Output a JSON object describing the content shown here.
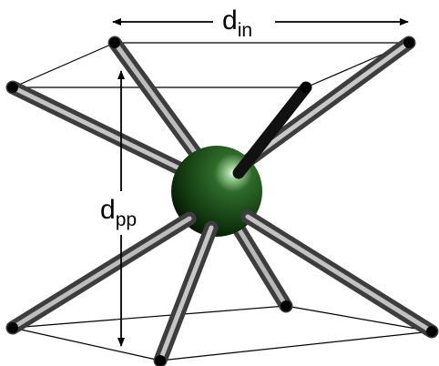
{
  "labels": {
    "in_plane": {
      "symbol": "d",
      "subscript": "in"
    },
    "perpendicular": {
      "symbol": "d",
      "subscript": "pp"
    }
  },
  "colors": {
    "background": "#ffffff",
    "rod": "#9a9a9a",
    "rod_dark": "#3a3a3a",
    "sphere": "#1d4a1a",
    "vertex": "#000000",
    "edge": "#000000"
  }
}
